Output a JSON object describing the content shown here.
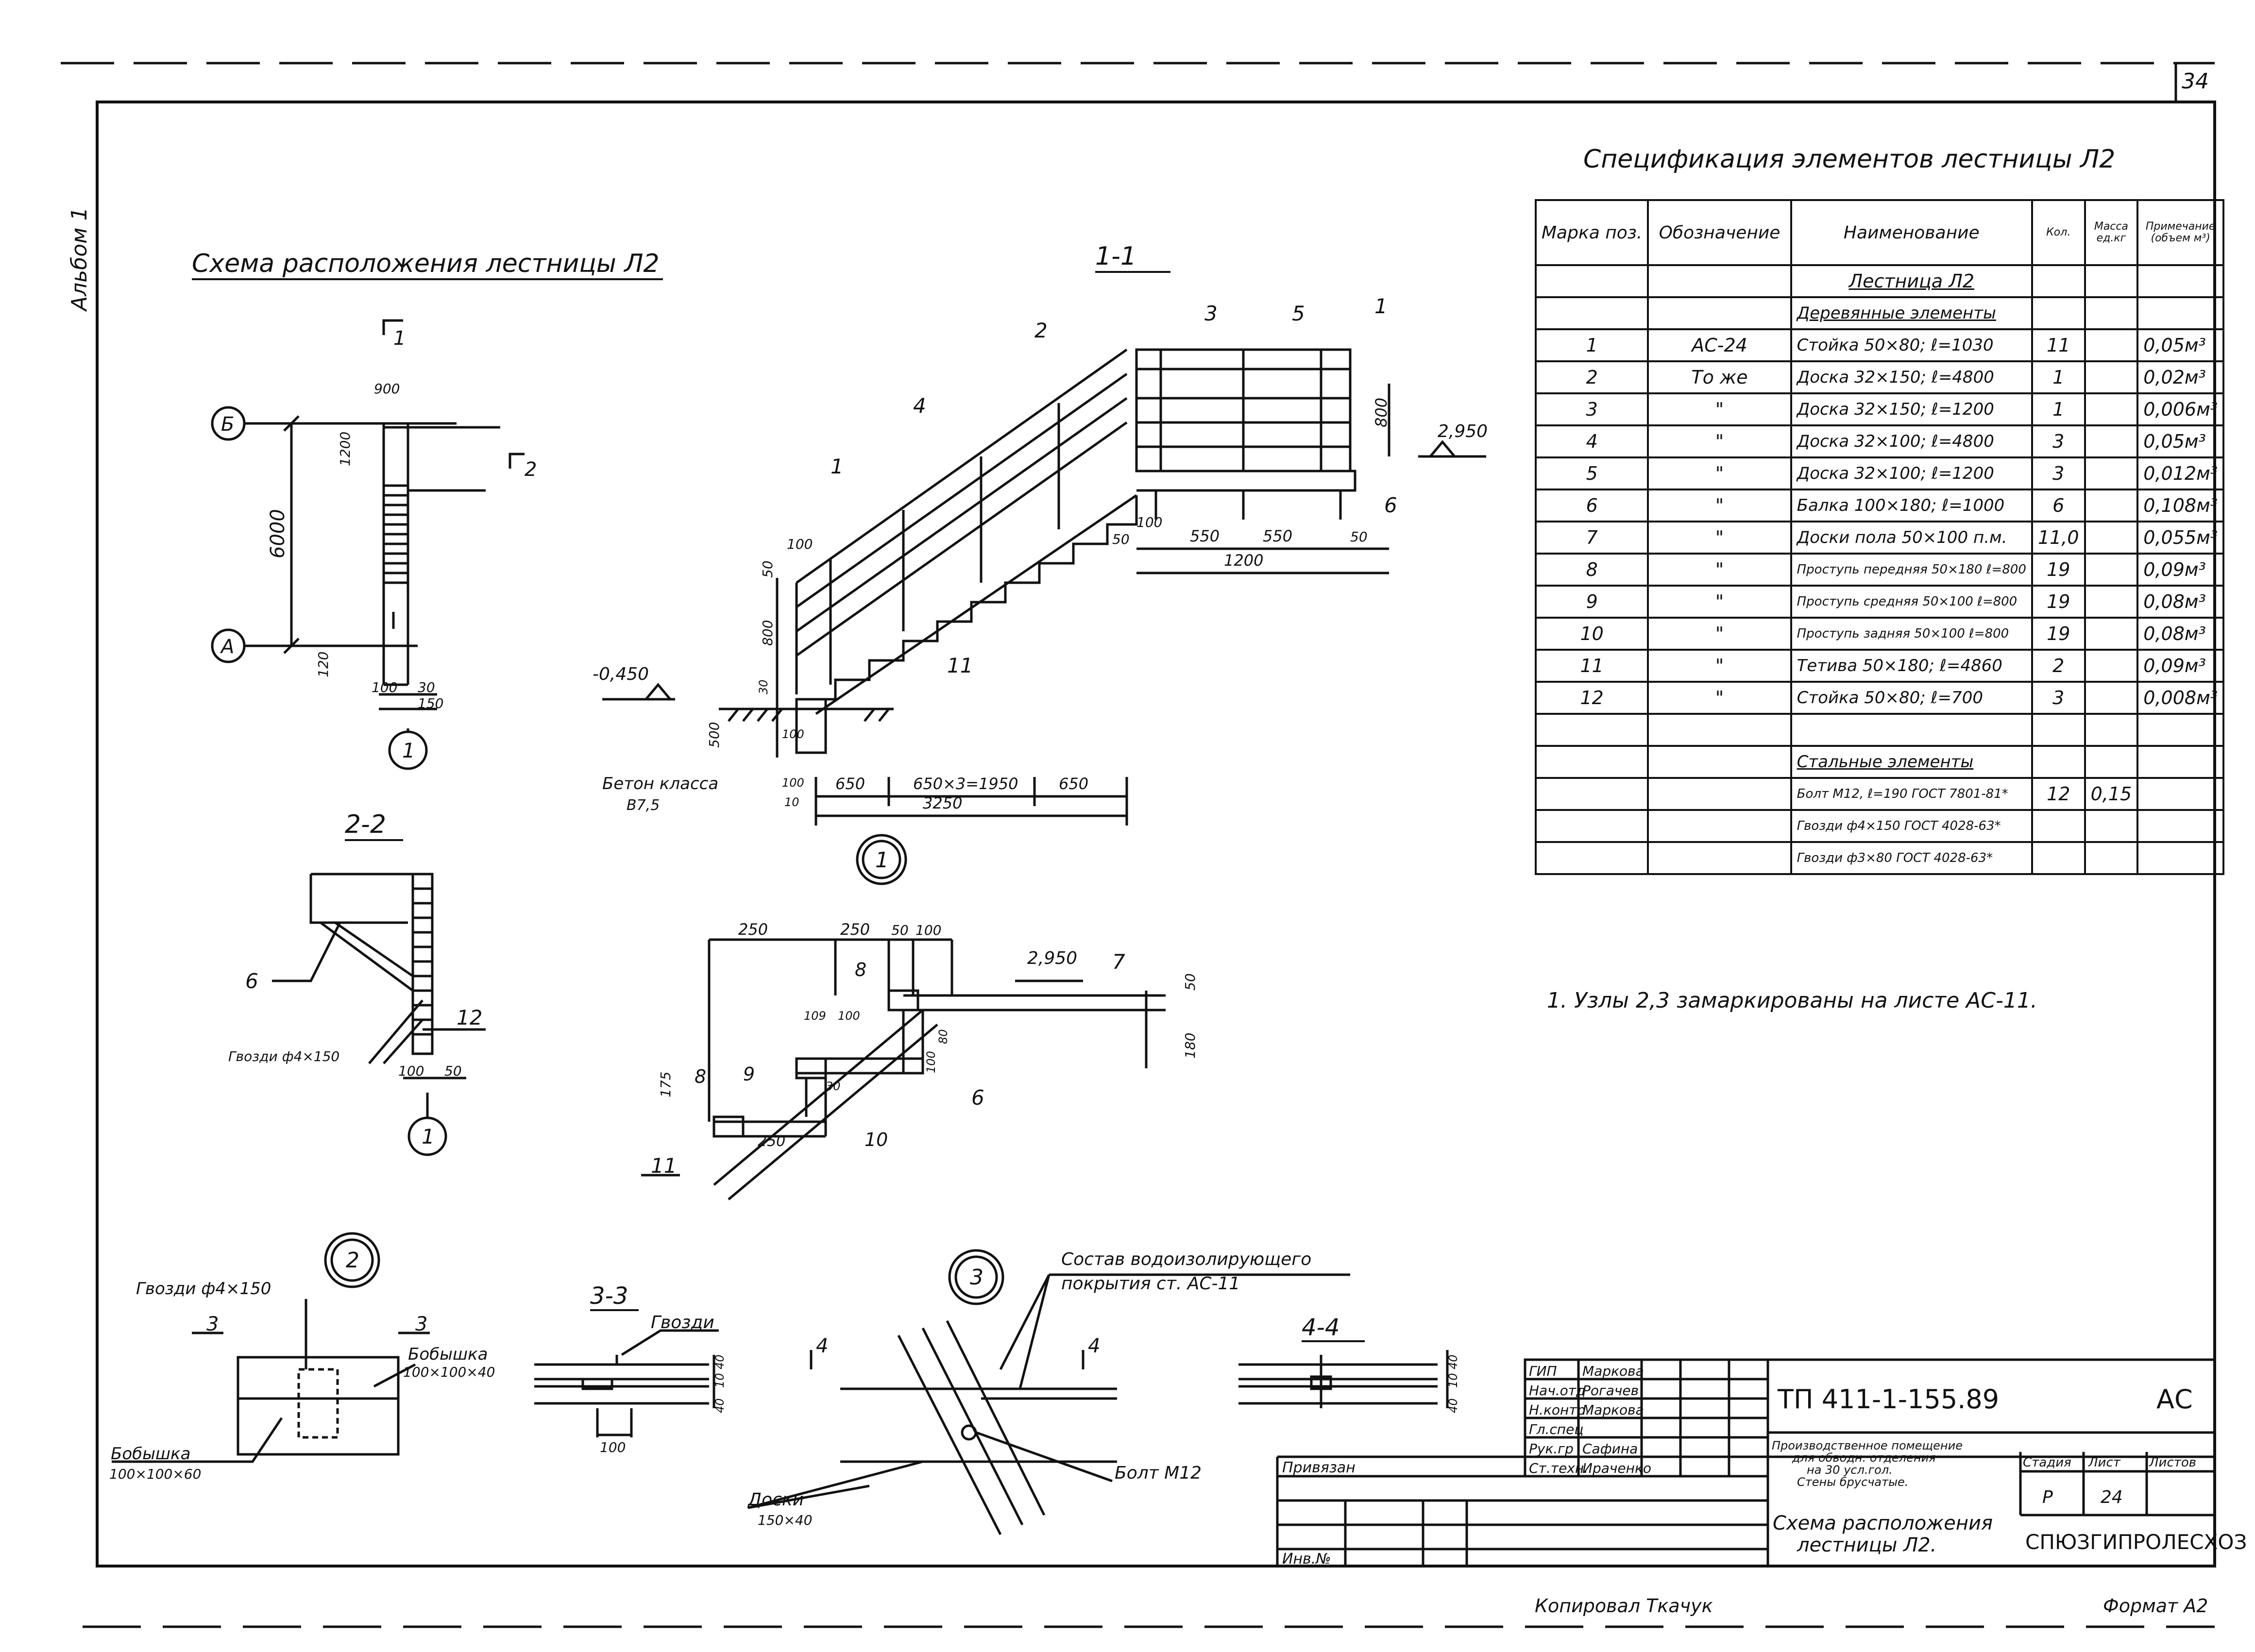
{
  "page": {
    "sheet_corner_number": "34",
    "album_label": "Альбом 1",
    "footer_copied": "Копировал Ткачук",
    "footer_format": "Формат А2"
  },
  "scheme": {
    "title": "Схема расположения лестницы Л2",
    "axis_b": "Б",
    "axis_a": "А",
    "dim_6000": "6000",
    "dim_900": "900",
    "dim_1200": "1200",
    "dim_100": "100",
    "dim_120": "120",
    "dim_30": "30",
    "dim_150": "150",
    "cut_1": "1",
    "cut_2": "2",
    "node_1": "1"
  },
  "section_11": {
    "title": "1-1",
    "marks": [
      "1",
      "2",
      "3",
      "4",
      "5",
      "6",
      "11"
    ],
    "level_top": "2,950",
    "level_bottom": "-0,450",
    "dims_bottom": [
      "650",
      "650×3=1950",
      "650",
      "3250"
    ],
    "dims_top": [
      "100",
      "550",
      "550",
      "50",
      "50",
      "1200"
    ],
    "dims_left": [
      "100",
      "50",
      "800",
      "500",
      "30",
      "100",
      "100",
      "10"
    ],
    "dim_800_right": "800",
    "concrete_label": "Бетон класса",
    "concrete_class": "В7,5",
    "node_1": "1"
  },
  "section_22": {
    "title": "2-2",
    "mark_6": "6",
    "mark_12": "12",
    "nails": "Гвозди ф4×150",
    "dim_100": "100",
    "dim_50": "50",
    "node_1": "1"
  },
  "stair_detail": {
    "dims_top": [
      "250",
      "250",
      "50",
      "100"
    ],
    "level": "2,950",
    "marks": [
      "7",
      "8",
      "8",
      "9",
      "10",
      "6",
      "11"
    ],
    "dims": [
      "50",
      "180",
      "100",
      "80",
      "100",
      "109",
      "175",
      "250",
      "30"
    ]
  },
  "node_2": {
    "num": "2",
    "nails": "Гвозди ф4×150",
    "cut": "3",
    "washer_top": "Бобышка",
    "washer_top_size": "100×100×40",
    "washer_bottom": "Бобышка",
    "washer_bottom_size": "100×100×60"
  },
  "section_33": {
    "title": "3-3",
    "nails": "Гвозди",
    "dim_100": "100",
    "dims": [
      "40",
      "10",
      "40"
    ]
  },
  "node_3": {
    "num": "3",
    "waterproof_line1": "Состав водоизолирующего",
    "waterproof_line2": "покрытия ст. АС-11",
    "cut": "4",
    "bolt": "Болт М12",
    "boards": "Доски",
    "boards_size": "150×40"
  },
  "section_44": {
    "title": "4-4",
    "dims": [
      "40",
      "10",
      "40"
    ]
  },
  "spec": {
    "title": "Спецификация элементов лестницы Л2",
    "headers": [
      "Марка поз.",
      "Обозначение",
      "Наименование",
      "Кол.",
      "Масса ед.кг",
      "Примечание (объем м³)"
    ],
    "group_main": "Лестница Л2",
    "group_wood": "Деревянные элементы",
    "group_steel": "Стальные элементы",
    "rows": [
      {
        "pos": "1",
        "ref": "АС-24",
        "name": "Стойка 50×80; ℓ=1030",
        "qty": "11",
        "mass": "",
        "note": "0,05м³"
      },
      {
        "pos": "2",
        "ref": "То же",
        "name": "Доска 32×150; ℓ=4800",
        "qty": "1",
        "mass": "",
        "note": "0,02м³"
      },
      {
        "pos": "3",
        "ref": "\"",
        "name": "Доска 32×150; ℓ=1200",
        "qty": "1",
        "mass": "",
        "note": "0,006м³"
      },
      {
        "pos": "4",
        "ref": "\"",
        "name": "Доска 32×100; ℓ=4800",
        "qty": "3",
        "mass": "",
        "note": "0,05м³"
      },
      {
        "pos": "5",
        "ref": "\"",
        "name": "Доска 32×100; ℓ=1200",
        "qty": "3",
        "mass": "",
        "note": "0,012м³"
      },
      {
        "pos": "6",
        "ref": "\"",
        "name": "Балка 100×180; ℓ=1000",
        "qty": "6",
        "mass": "",
        "note": "0,108м³"
      },
      {
        "pos": "7",
        "ref": "\"",
        "name": "Доски пола 50×100 п.м.",
        "qty": "11,0",
        "mass": "",
        "note": "0,055м³"
      },
      {
        "pos": "8",
        "ref": "\"",
        "name": "Проступь передняя 50×180 ℓ=800",
        "qty": "19",
        "mass": "",
        "note": "0,09м³"
      },
      {
        "pos": "9",
        "ref": "\"",
        "name": "Проступь средняя 50×100 ℓ=800",
        "qty": "19",
        "mass": "",
        "note": "0,08м³"
      },
      {
        "pos": "10",
        "ref": "\"",
        "name": "Проступь задняя 50×100 ℓ=800",
        "qty": "19",
        "mass": "",
        "note": "0,08м³"
      },
      {
        "pos": "11",
        "ref": "\"",
        "name": "Тетива 50×180; ℓ=4860",
        "qty": "2",
        "mass": "",
        "note": "0,09м³"
      },
      {
        "pos": "12",
        "ref": "\"",
        "name": "Стойка 50×80; ℓ=700",
        "qty": "3",
        "mass": "",
        "note": "0,008м³"
      }
    ],
    "steel_rows": [
      {
        "name": "Болт М12, ℓ=190 ГОСТ 7801-81*",
        "qty": "12",
        "mass": "0,15"
      },
      {
        "name": "Гвозди ф4×150 ГОСТ 4028-63*",
        "qty": "",
        "mass": ""
      },
      {
        "name": "Гвозди ф3×80 ГОСТ 4028-63*",
        "qty": "",
        "mass": ""
      }
    ]
  },
  "note": "1. Узлы 2,3 замаркированы на листе АС-11.",
  "titleblock": {
    "roles": [
      "ГИП",
      "Нач.отд",
      "Н.контр.",
      "Гл.спец",
      "Рук.гр",
      "Ст.техн."
    ],
    "names": [
      "Маркова",
      "Рогачев",
      "Маркова",
      "",
      "Сафина",
      "Ираченко"
    ],
    "bound": "Привязан",
    "inv": "Инв.№",
    "code": "ТП 411-1-155.89",
    "mark": "АС",
    "object_line1": "Производственное помещение",
    "object_line2": "для обводн. отделения",
    "object_line3": "на 30 усл.гол.",
    "object_line4": "Стены брусчатые.",
    "stage_h": "Стадия",
    "sheet_h": "Лист",
    "sheets_h": "Листов",
    "stage": "Р",
    "sheet": "24",
    "drawing_line1": "Схема расположения",
    "drawing_line2": "лестницы Л2.",
    "org": "СПЮЗГИПРОЛЕСХОЗ"
  }
}
